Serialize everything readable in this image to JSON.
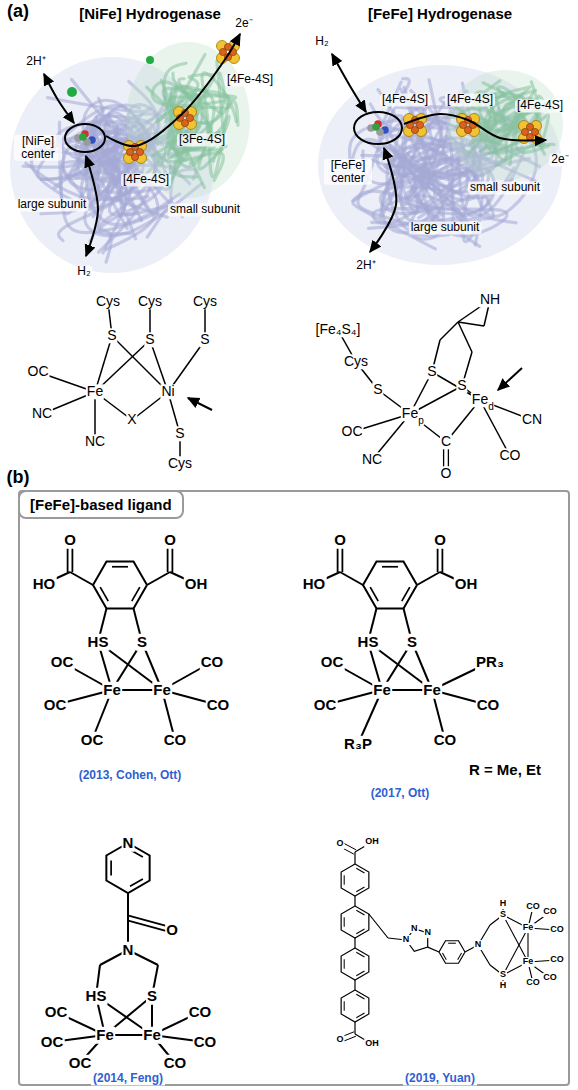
{
  "diagram": {
    "nodes": [
      {
        "text": [
          "[FeFe]-based ligand"
        ]
      }
    ],
    "labels": [
      "(a)",
      "[NiFe] Hydrogenase",
      "[FeFe] Hydrogenase",
      "2H⁺",
      "[NiFe] center",
      "2e⁻",
      "[4Fe-4S]",
      "[3Fe-4S]",
      "[4Fe-4S]",
      "small subunit",
      "large subunit",
      "H₂",
      "H₂",
      "[4Fe-4S]",
      "[4Fe-4S]",
      "[4Fe-4S]",
      "[FeFe] center",
      "small subunit",
      "large subunit",
      "2H⁺",
      "2e⁻",
      "Cys",
      "Cys",
      "Cys",
      "S",
      "S",
      "S",
      "OC",
      "Fe",
      "Ni",
      "NC",
      "NC",
      "X",
      "S",
      "Cys",
      "NH",
      "[Fe₄S₄]",
      "Cys",
      "S",
      "S",
      "S",
      "Fe",
      "p",
      "Fe",
      "d",
      "OC",
      "NC",
      "C",
      "O",
      "CN",
      "CO",
      "(b)",
      "HO",
      "O",
      "O",
      "OH",
      "HS",
      "S",
      "Fe",
      "Fe",
      "OC",
      "OC",
      "OC",
      "CO",
      "CO",
      "CO",
      "(2013, Cohen, Ott)",
      "HO",
      "O",
      "O",
      "OH",
      "HS",
      "S",
      "Fe",
      "Fe",
      "OC",
      "OC",
      "R₃P",
      "PR₃",
      "CO",
      "CO",
      "R = Me, Et",
      "(2017, Ott)",
      "N",
      "O",
      "N",
      "HS",
      "S",
      "Fe",
      "Fe",
      "OC",
      "OC",
      "OC",
      "CO",
      "CO",
      "CO",
      "(2014, Feng)",
      "O",
      "OH",
      "O",
      "OH",
      "N",
      "N",
      "N",
      "N",
      "S",
      "H",
      "S",
      "H",
      "Fe",
      "Fe",
      "CO",
      "CO",
      "CO",
      "CO",
      "CO",
      "CO",
      "(2019, Yuan)"
    ]
  }
}
